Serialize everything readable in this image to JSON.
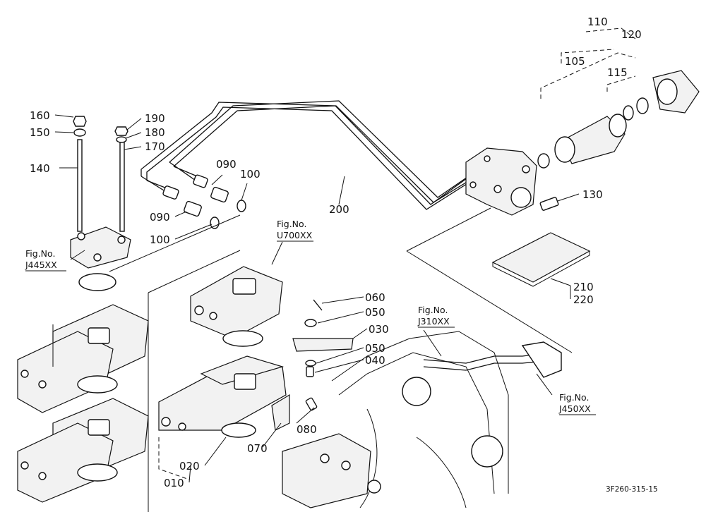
{
  "callouts": {
    "p010": "010",
    "p020": "020",
    "p030": "030",
    "p040": "040",
    "p050a": "050",
    "p050b": "050",
    "p060": "060",
    "p070": "070",
    "p080": "080",
    "p090a": "090",
    "p090b": "090",
    "p100a": "100",
    "p100b": "100",
    "p105": "105",
    "p110": "110",
    "p115": "115",
    "p120": "120",
    "p130": "130",
    "p140": "140",
    "p150": "150",
    "p160": "160",
    "p170": "170",
    "p180": "180",
    "p190": "190",
    "p200": "200",
    "p210": "210",
    "p220": "220"
  },
  "figure_refs": {
    "j445": {
      "line1": "Fig.No.",
      "line2": "J445XX"
    },
    "u700": {
      "line1": "Fig.No.",
      "line2": "U700XX"
    },
    "j310": {
      "line1": "Fig.No.",
      "line2": "J310XX"
    },
    "j450": {
      "line1": "Fig.No.",
      "line2": "J450XX"
    }
  },
  "drawing_code": "3F260-315-15"
}
